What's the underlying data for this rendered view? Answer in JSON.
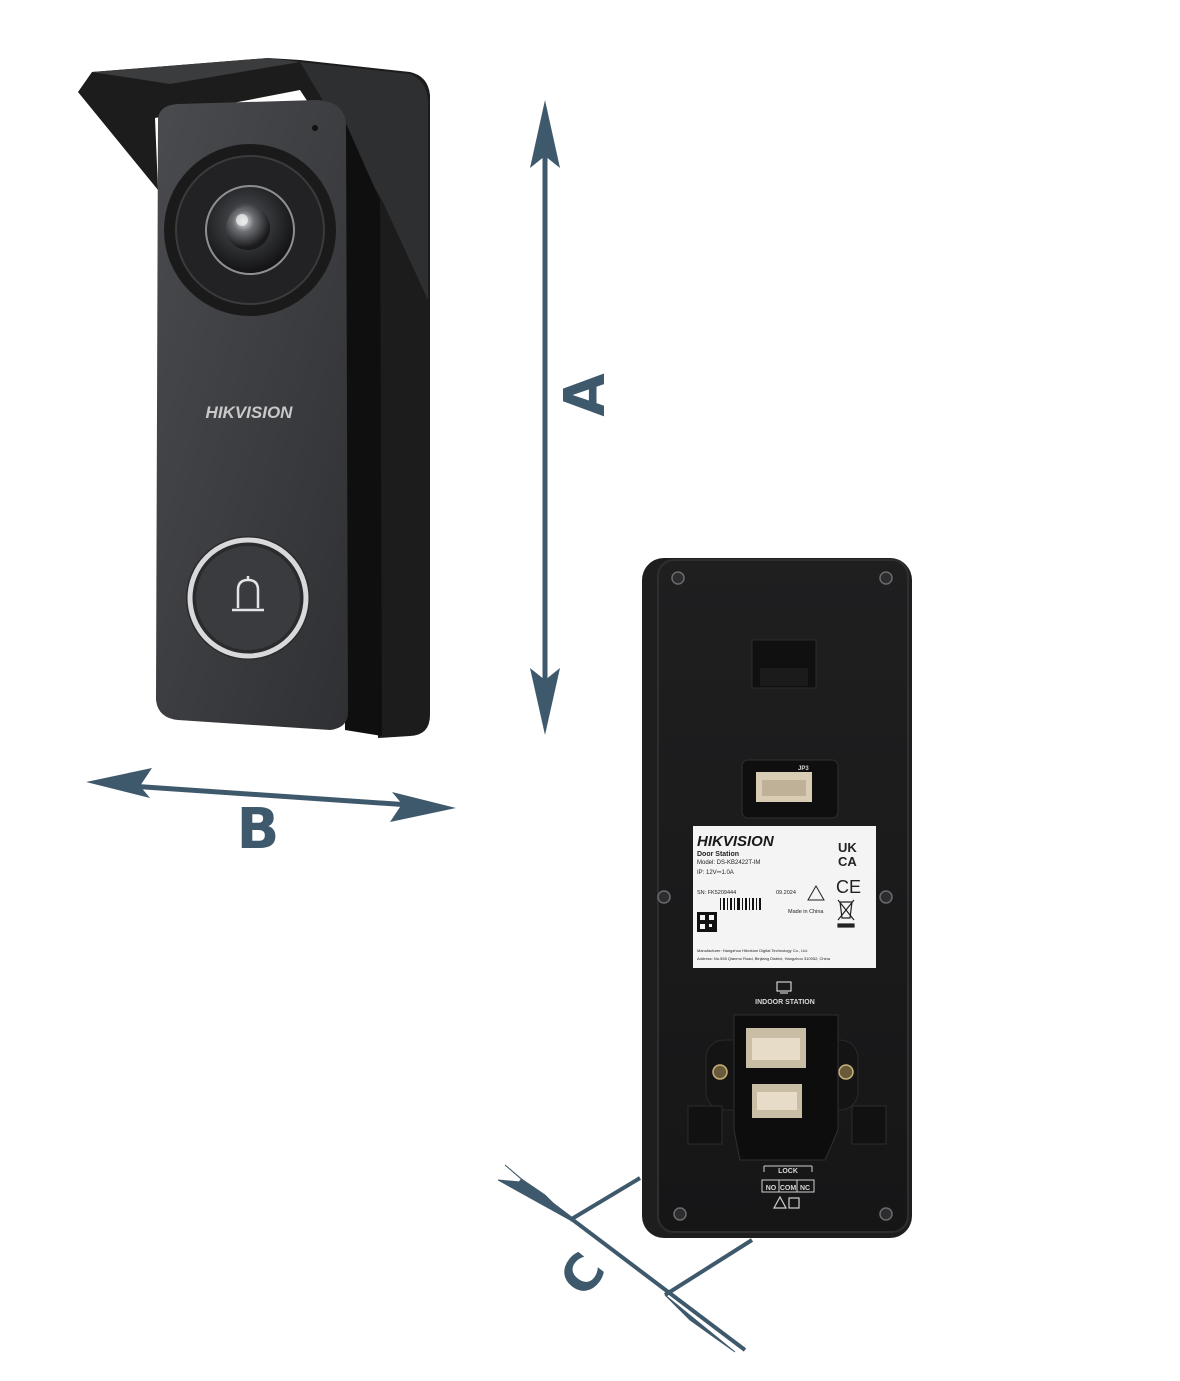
{
  "front_view": {
    "brand": "HIKVISION",
    "icons": {
      "camera": "camera-lens-icon",
      "call": "bell-icon"
    }
  },
  "dimensions": {
    "a": "A",
    "b": "B",
    "c": "C",
    "arrow_color": "#3f596c"
  },
  "back_view": {
    "label": {
      "brand": "HIKVISION",
      "product": "Door Station",
      "model": "Model:  DS-KB2422T-IM",
      "power": "IP: 12V⎓1.0A",
      "serial": "SN: FK5209444",
      "date": "09.2024",
      "origin": "Made in China",
      "ukca_top": "UK",
      "ukca_bottom": "CA",
      "ce": "CE",
      "manufacturer": "Manufacturer: Hangzhou Hikvision Digital Technology Co., Ltd.",
      "address": "Address: No.555 Qianmo Road, Binjiang District, Hangzhou 310052, China"
    },
    "indoor_station": "INDOOR STATION",
    "lock": "LOCK",
    "lock_terminals": [
      "NO",
      "COM",
      "NC"
    ],
    "jumper": "JP3"
  }
}
